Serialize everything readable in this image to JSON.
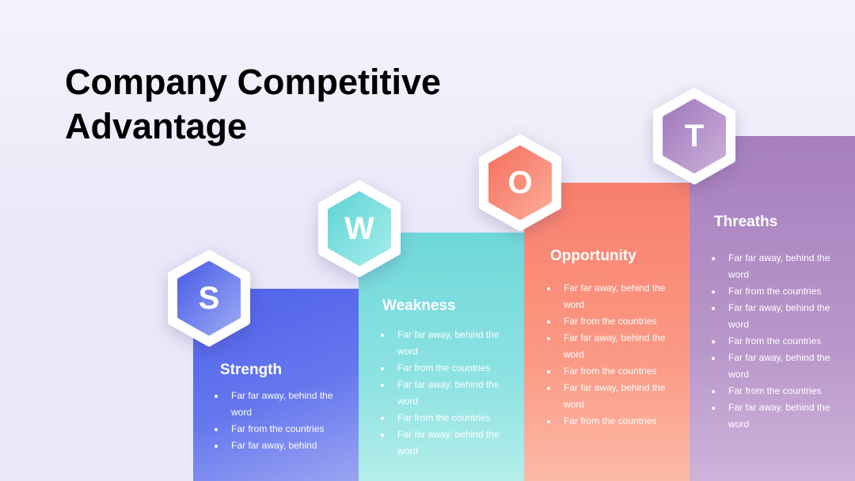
{
  "title": {
    "line1": "Company Competitive",
    "line2": "Advantage"
  },
  "colors": {
    "strength": "#4f61ea",
    "weakness": "#6fd8da",
    "opportunity": "#f87e6c",
    "threats": "#a77fbe"
  },
  "swot": [
    {
      "letter": "S",
      "heading": "Strength",
      "bullets": [
        "Far far away, behind the word",
        "Far from the countries",
        "Far far away, behind"
      ]
    },
    {
      "letter": "W",
      "heading": "Weakness",
      "bullets": [
        "Far far away, behind the word",
        "Far from the countries",
        "Far far away, behind the word",
        "Far from the countries",
        "Far far away, behind the word"
      ]
    },
    {
      "letter": "O",
      "heading": "Opportunity",
      "bullets": [
        "Far far away, behind the word",
        "Far from the countries",
        "Far far away, behind the word",
        "Far from the countries",
        "Far far away, behind the word",
        "Far from the countries"
      ]
    },
    {
      "letter": "T",
      "heading": "Threaths",
      "bullets": [
        "Far far away, behind the word",
        "Far from the countries",
        "Far far away, behind the word",
        "Far from the countries",
        "Far far away, behind the word",
        "Far from the countries",
        "Far far away, behind the word"
      ]
    }
  ]
}
